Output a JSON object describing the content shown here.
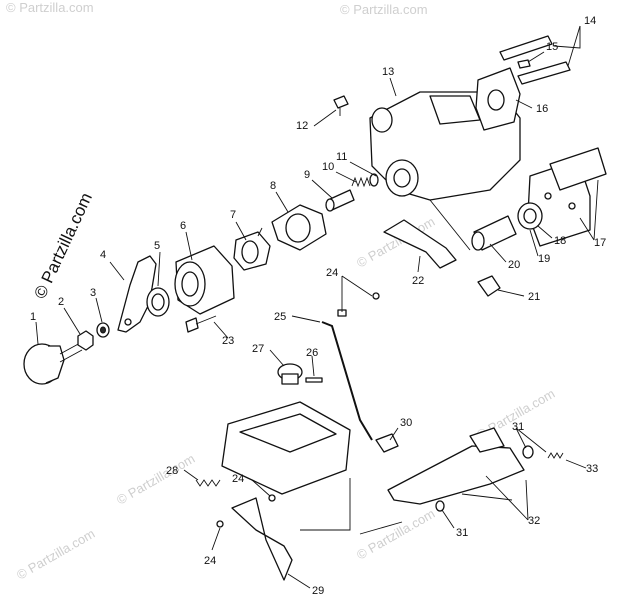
{
  "watermark": {
    "main_text": "© Partzilla.com",
    "tile_text": "© Partzilla.com"
  },
  "callouts": [
    "1",
    "2",
    "3",
    "4",
    "5",
    "6",
    "7",
    "8",
    "9",
    "10",
    "11",
    "12",
    "13",
    "14",
    "15",
    "16",
    "17",
    "18",
    "19",
    "20",
    "21",
    "22",
    "23",
    "24",
    "25",
    "26",
    "27",
    "28",
    "29",
    "30",
    "31",
    "32",
    "33"
  ]
}
